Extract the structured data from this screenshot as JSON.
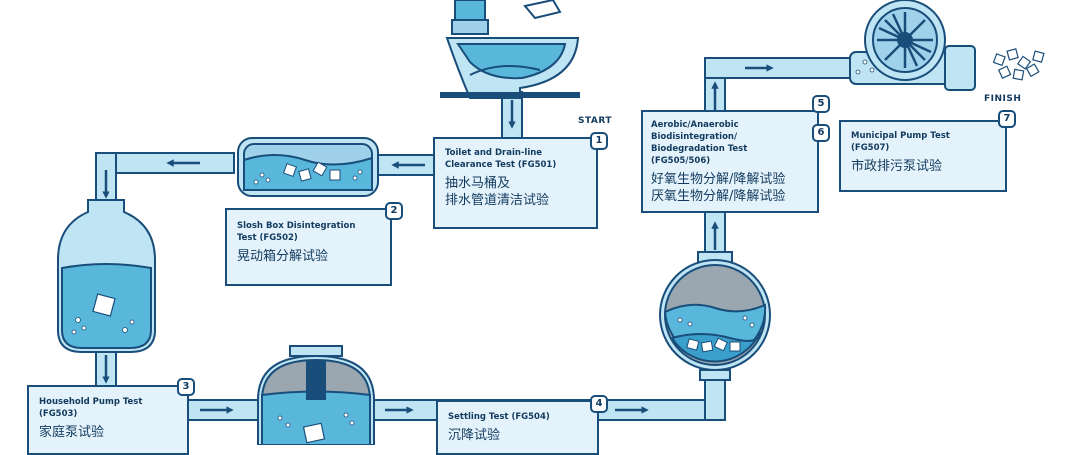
{
  "markers": {
    "start": "START",
    "finish": "FINISH"
  },
  "steps": [
    {
      "num": "1",
      "en": "Toilet and Drain-line\nClearance Test (FG501)",
      "zh": "抽水马桶及\n排水管道清洁试验"
    },
    {
      "num": "2",
      "en": "Slosh Box Disintegration\nTest (FG502)",
      "zh": "晃动箱分解试验"
    },
    {
      "num": "3",
      "en": "Household Pump Test\n(FG503)",
      "zh": "家庭泵试验"
    },
    {
      "num": "4",
      "en": "Settling Test (FG504)",
      "zh": "沉降试验"
    },
    {
      "num": "5",
      "en": "Aerobic/Anaerobic\nBiodisintegration/\nBiodegradation Test\n(FG505/506)",
      "zh": "好氧生物分解/降解试验\n厌氧生物分解/降解试验"
    },
    {
      "num": "6",
      "en": "",
      "zh": ""
    },
    {
      "num": "7",
      "en": "Municipal Pump Test\n(FG507)",
      "zh": "市政排污泵试验"
    }
  ],
  "colors": {
    "pipe_outline": "#1a4e7a",
    "pipe_fill": "#bfe4f4",
    "water": "#5ab7dc",
    "water_dark": "#3a9fcb",
    "gray": "#8d9aa5",
    "box_bg": "#e4f3fb",
    "text": "#123a5e"
  },
  "icons": [
    "toilet-icon",
    "slosh-box-icon",
    "household-pump-tank-icon",
    "settling-tank-icon",
    "bioreactor-tank-icon",
    "municipal-pump-icon",
    "wipe-fragments-icon",
    "flow-arrow-icon"
  ]
}
